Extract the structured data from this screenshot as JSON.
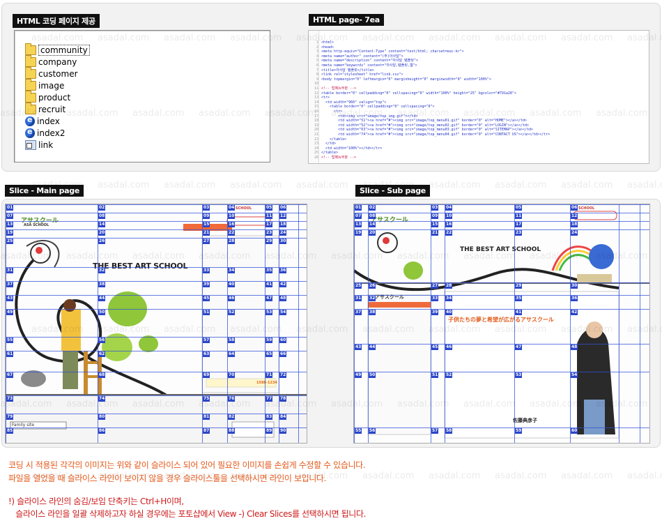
{
  "sections": {
    "coding_label": "HTML 코딩 페이지 제공",
    "html_page_label": "HTML page- 7ea",
    "main_slice_label": "Slice - Main page",
    "sub_slice_label": "Slice - Sub page"
  },
  "files": [
    {
      "name": "community",
      "type": "folder",
      "icon": "folder-icon",
      "selected": true
    },
    {
      "name": "company",
      "type": "folder",
      "icon": "folder-icon"
    },
    {
      "name": "customer",
      "type": "folder",
      "icon": "folder-icon"
    },
    {
      "name": "image",
      "type": "folder",
      "icon": "folder-icon"
    },
    {
      "name": "product",
      "type": "folder",
      "icon": "folder-icon"
    },
    {
      "name": "recruit",
      "type": "folder",
      "icon": "folder-icon"
    },
    {
      "name": "index",
      "type": "html",
      "icon": "html-file-icon"
    },
    {
      "name": "index2",
      "type": "html",
      "icon": "html-file-icon"
    },
    {
      "name": "link",
      "type": "shortcut",
      "icon": "shortcut-icon"
    }
  ],
  "code_lines": [
    {
      "n": "1",
      "text": "<html>"
    },
    {
      "n": "2",
      "text": "<head>"
    },
    {
      "n": "3",
      "text": "<meta http-equiv=\"Content-Type\" content=\"text/html; charset=euc-kr\">"
    },
    {
      "n": "4",
      "text": "<meta name=\"author\" content=\"(주)아사달\">"
    },
    {
      "n": "5",
      "text": "<meta name=\"description\" content=\"아사달 템플릿\">"
    },
    {
      "n": "6",
      "text": "<meta name=\"keywords\" content=\"아사달,템플릿,웹\">"
    },
    {
      "n": "7",
      "text": "<title>아사달 템플릿</title>"
    },
    {
      "n": "8",
      "text": "<link rel=\"stylesheet\" href=\"link.css\">"
    },
    {
      "n": "9",
      "text": "<body topmargin=\"0\" leftmargin=\"0\" marginheight=\"0\" marginwidth=\"0\" width=\"100%\">"
    },
    {
      "n": "10",
      "text": ""
    },
    {
      "n": "11",
      "text": "<!-- 탑메뉴부분 -->"
    },
    {
      "n": "12",
      "text": "<table border=\"0\" cellpadding=\"0\" cellspacing=\"0\" width=\"100%\" height=\"25\" bgcolor=\"#791a28\">"
    },
    {
      "n": "13",
      "text": "<tr>"
    },
    {
      "n": "14",
      "text": "  <td width=\"960\" valign=\"top\">"
    },
    {
      "n": "15",
      "text": "    <table border=\"0\" cellpadding=\"0\" cellspacing=\"0\">"
    },
    {
      "n": "16",
      "text": "      <tr>"
    },
    {
      "n": "17",
      "text": "        <td><img src=\"image/top_img.gif\"></td>"
    },
    {
      "n": "18",
      "text": "        <td width=\"51\"><a href=\"#\"><img src=\"image/top_menu01.gif\" border=\"0\" alt=\"HOME\"></a></td>"
    },
    {
      "n": "19",
      "text": "        <td width=\"52\"><a href=\"#\"><img src=\"image/top_menu02.gif\" border=\"0\" alt=\"LOGIN\"></a></td>"
    },
    {
      "n": "20",
      "text": "        <td width=\"63\"><a href=\"#\"><img src=\"image/top_menu03.gif\" border=\"0\" alt=\"SITEMAP\"></a></td>"
    },
    {
      "n": "21",
      "text": "        <td width=\"74\"><a href=\"#\"><img src=\"image/top_menu04.gif\" border=\"0\" alt=\"CONTACT US\"></a></td></tr>"
    },
    {
      "n": "22",
      "text": "    </table>"
    },
    {
      "n": "23",
      "text": "  </td>"
    },
    {
      "n": "24",
      "text": "  <td width=\"100%\"></td></tr>"
    },
    {
      "n": "25",
      "text": "</table>"
    },
    {
      "n": "26",
      "text": "<!-- 탑메뉴부분 -->"
    }
  ],
  "main_slice": {
    "school_title": "THE BEST ART SCHOOL",
    "logo_text": "アサスクール",
    "logo_sub": "ASA SCHOOL",
    "school_menu": "SCHOOL",
    "family_site": "Family site",
    "phone": "1588-1234"
  },
  "sub_slice": {
    "school_title": "THE BEST ART SCHOOL",
    "logo_text": "アサスクール",
    "heading": "子供たちの夢と希望が広がるアサスクール",
    "signature": "佐藤典彦子",
    "sidebar_title": "アサスクール",
    "school_menu": "SCHOOL"
  },
  "notes": {
    "line1": "코딩 시 적용된 각각의 이미지는 위와 같이 슬라이스 되어 있어 필요한 이미지를 손쉽게 수정할 수 있습니다.",
    "line2": "파일을 열었을 때 슬라이스 라인이 보이지 않을 경우 슬라이스툴을 선택하시면 라인이 보입니다.",
    "line3": "!) 슬라이스 라인의 숨김/보임 단축키는 Ctrl+H이며,",
    "line4": "   슬라이스 라인을 일괄 삭제하고자 하실 경우에는 포토샵에서 View -) Clear Slices를 선택하시면 됩니다."
  },
  "watermark": "asadal.com",
  "colors": {
    "note_orange": "#e35a1c",
    "note_red": "#cc1919",
    "slice_blue": "#3250d8",
    "label_bg": "#111111"
  }
}
